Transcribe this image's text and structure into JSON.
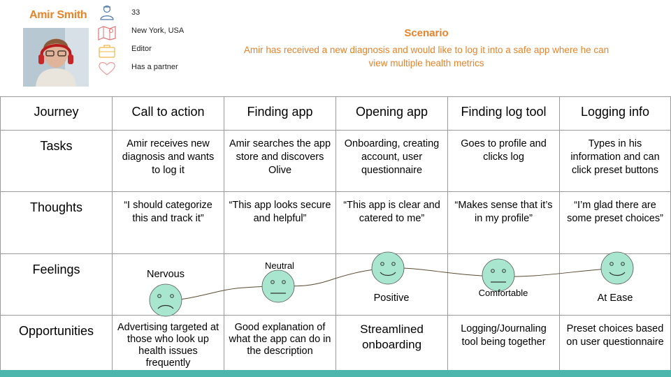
{
  "persona": {
    "name": "Amir Smith",
    "attributes": [
      {
        "icon": "person-icon",
        "text": "33"
      },
      {
        "icon": "map-icon",
        "text": "New York, USA"
      },
      {
        "icon": "briefcase-icon",
        "text": "Editor"
      },
      {
        "icon": "heart-icon",
        "text": "Has a partner"
      }
    ]
  },
  "scenario": {
    "title": "Scenario",
    "text": "Amir has received a new diagnosis and would like to log it into a safe app where he can view multiple health metrics"
  },
  "colors": {
    "accent": "#e8832a",
    "teal": "#4db6ac",
    "face": "#a8e6cf",
    "grid": "#999999",
    "curve": "#5a4a30"
  },
  "journey": {
    "header_label": "Journey",
    "stages": [
      "Call to action",
      "Finding app",
      "Opening app",
      "Finding log tool",
      "Logging info"
    ],
    "rows": [
      {
        "label": "Tasks",
        "cells": [
          "Amir receives new diagnosis and wants to log it",
          "Amir searches the app store and discovers Olive",
          "Onboarding, creating account, user questionnaire",
          "Goes to profile and clicks log",
          "Types in his information and can click preset buttons"
        ]
      },
      {
        "label": "Thoughts",
        "cells": [
          "“I should categorize this and track it”",
          "“This app looks secure and helpful”",
          "“This app is clear and catered to me”",
          "“Makes sense that it’s in my profile”",
          "“I’m glad there are some preset choices”"
        ]
      },
      {
        "label": "Feelings",
        "cells": [
          "Nervous",
          "Neutral",
          "Positive",
          "Comfortable",
          "At Ease"
        ]
      },
      {
        "label": "Opportunities",
        "cells": [
          "Advertising targeted at those who look up health issues frequently",
          "Good explanation of what the app can do in the description",
          "Streamlined onboarding",
          "Logging/Journaling tool being together",
          "Preset choices based on user questionnaire"
        ]
      }
    ]
  }
}
